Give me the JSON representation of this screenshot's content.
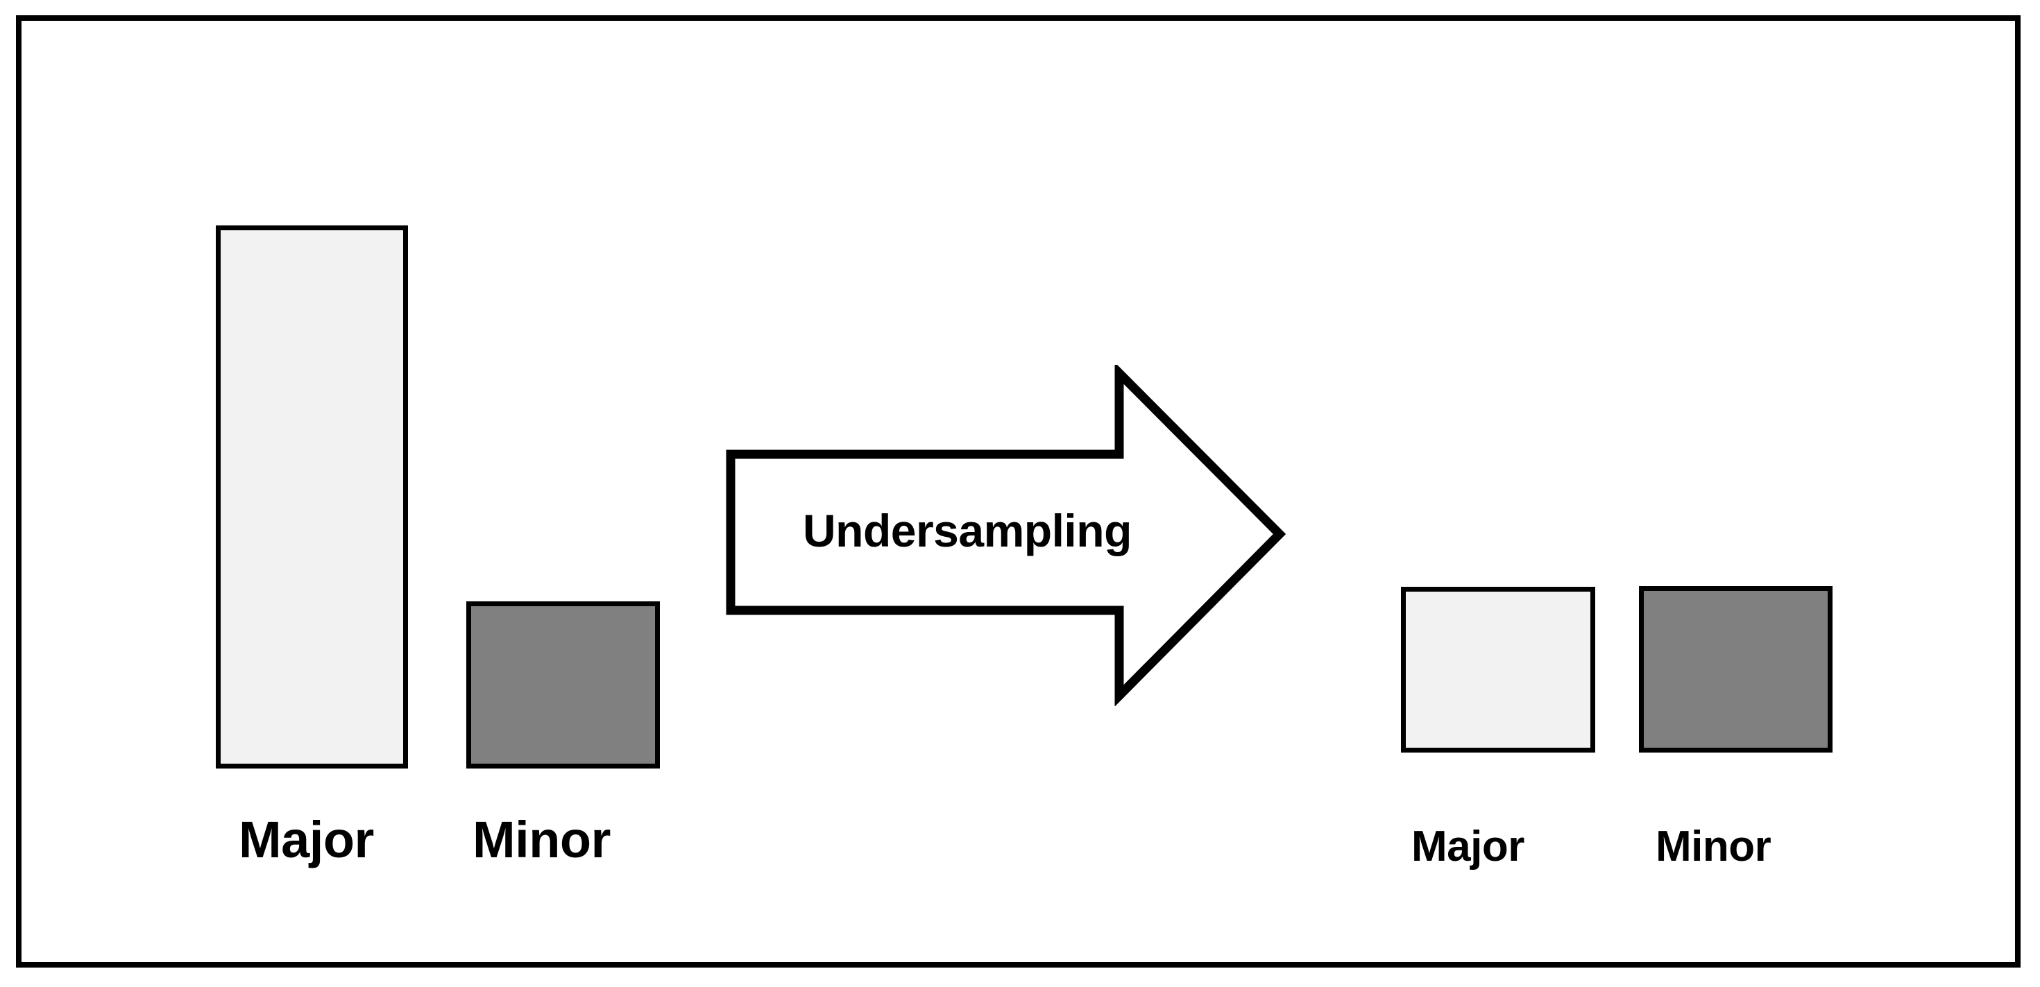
{
  "figure": {
    "type": "diagram",
    "description": "Undersampling class-imbalance diagram",
    "frame": {
      "border_color": "#000000"
    },
    "colors": {
      "major_fill": "#F2F2F2",
      "minor_fill": "#808080",
      "outline": "#000000",
      "background": "#FFFFFF"
    },
    "before": {
      "bars": [
        {
          "label": "Major",
          "fill": "#F2F2F2",
          "relative_height": 783
        },
        {
          "label": "Minor",
          "fill": "#808080",
          "relative_height": 241
        }
      ]
    },
    "transform": {
      "arrow_label": "Undersampling",
      "direction": "right"
    },
    "after": {
      "bars": [
        {
          "label": "Major",
          "fill": "#F2F2F2",
          "relative_height": 239
        },
        {
          "label": "Minor",
          "fill": "#808080",
          "relative_height": 240
        }
      ]
    }
  },
  "chart_data": {
    "type": "bar",
    "title": "",
    "xlabel": "",
    "ylabel": "",
    "panels": [
      {
        "name": "before",
        "categories": [
          "Major",
          "Minor"
        ],
        "values": [
          783,
          241
        ],
        "fills": [
          "#F2F2F2",
          "#808080"
        ]
      },
      {
        "name": "after",
        "categories": [
          "Major",
          "Minor"
        ],
        "values": [
          239,
          240
        ],
        "fills": [
          "#F2F2F2",
          "#808080"
        ]
      }
    ],
    "annotations": [
      "Undersampling"
    ],
    "grid": false,
    "legend": "none"
  }
}
